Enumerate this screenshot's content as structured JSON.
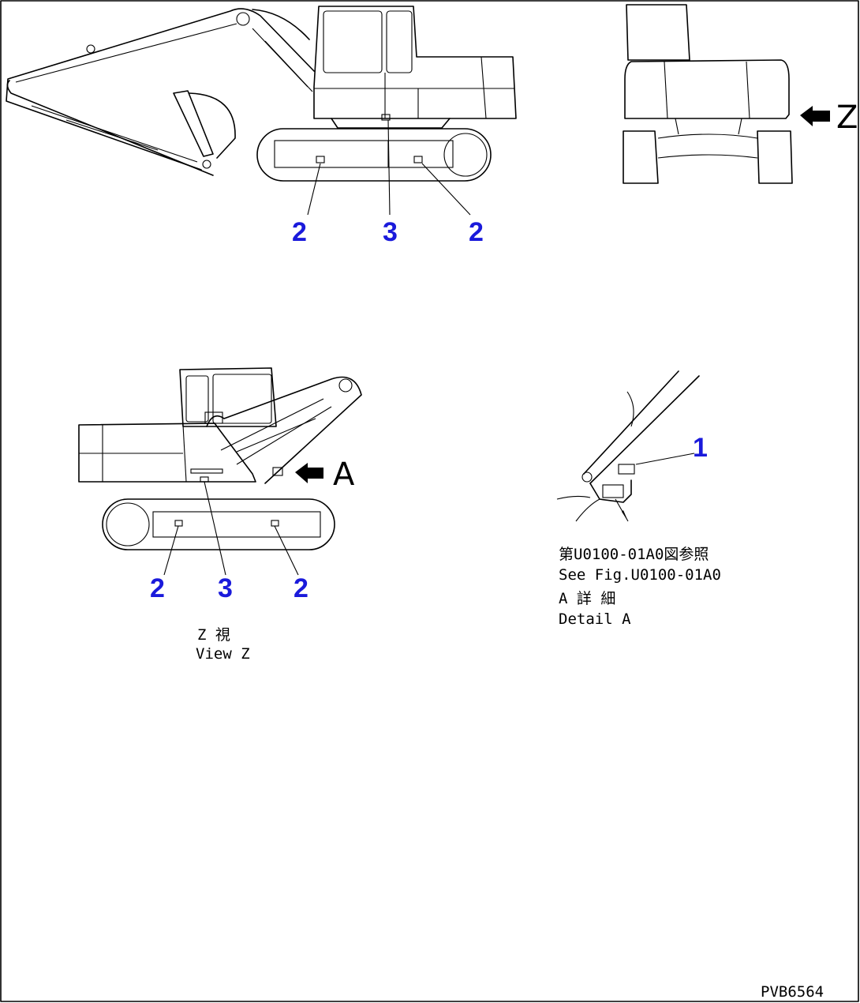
{
  "callouts": {
    "side_left_2": "2",
    "side_center_3": "3",
    "side_right_2": "2",
    "view_left_2": "2",
    "view_center_3": "3",
    "view_right_2": "2",
    "detail_1": "1"
  },
  "arrows": {
    "view_z_label": "Z",
    "detail_a_label": "A"
  },
  "captions": {
    "view_jp": "Z 視",
    "view_en": "View Z",
    "detail_ref_jp": "第U0100-01A0図参照",
    "detail_ref_en": "See Fig.U0100-01A0",
    "detail_jp": "A 詳 細",
    "detail_en": "Detail A"
  },
  "drawing_code": "PVB6564"
}
